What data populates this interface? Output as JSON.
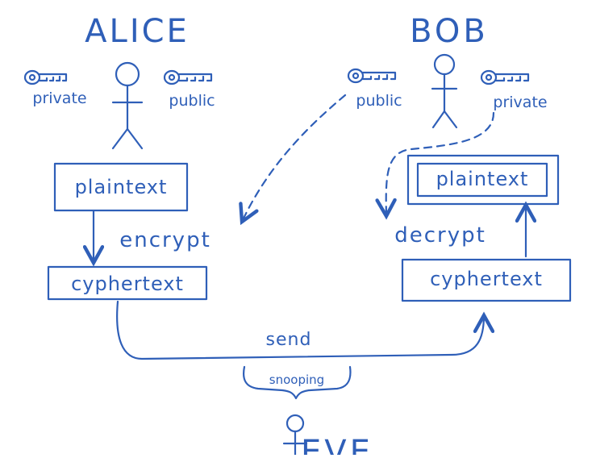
{
  "ink_color": "#2f5fb8",
  "alice": {
    "name": "ALICE",
    "private_key_label": "private",
    "public_key_label": "public",
    "plaintext_label": "plaintext",
    "encrypt_label": "encrypt",
    "cyphertext_label": "cyphertext"
  },
  "bob": {
    "name": "BOB",
    "public_key_label": "public",
    "private_key_label": "private",
    "plaintext_label": "plaintext",
    "decrypt_label": "decrypt",
    "cyphertext_label": "cyphertext"
  },
  "channel": {
    "send_label": "send",
    "snooping_label": "snooping"
  },
  "eve": {
    "name": "EVE"
  },
  "icons": [
    "key-icon",
    "stick-figure-icon",
    "arrow-icon"
  ]
}
